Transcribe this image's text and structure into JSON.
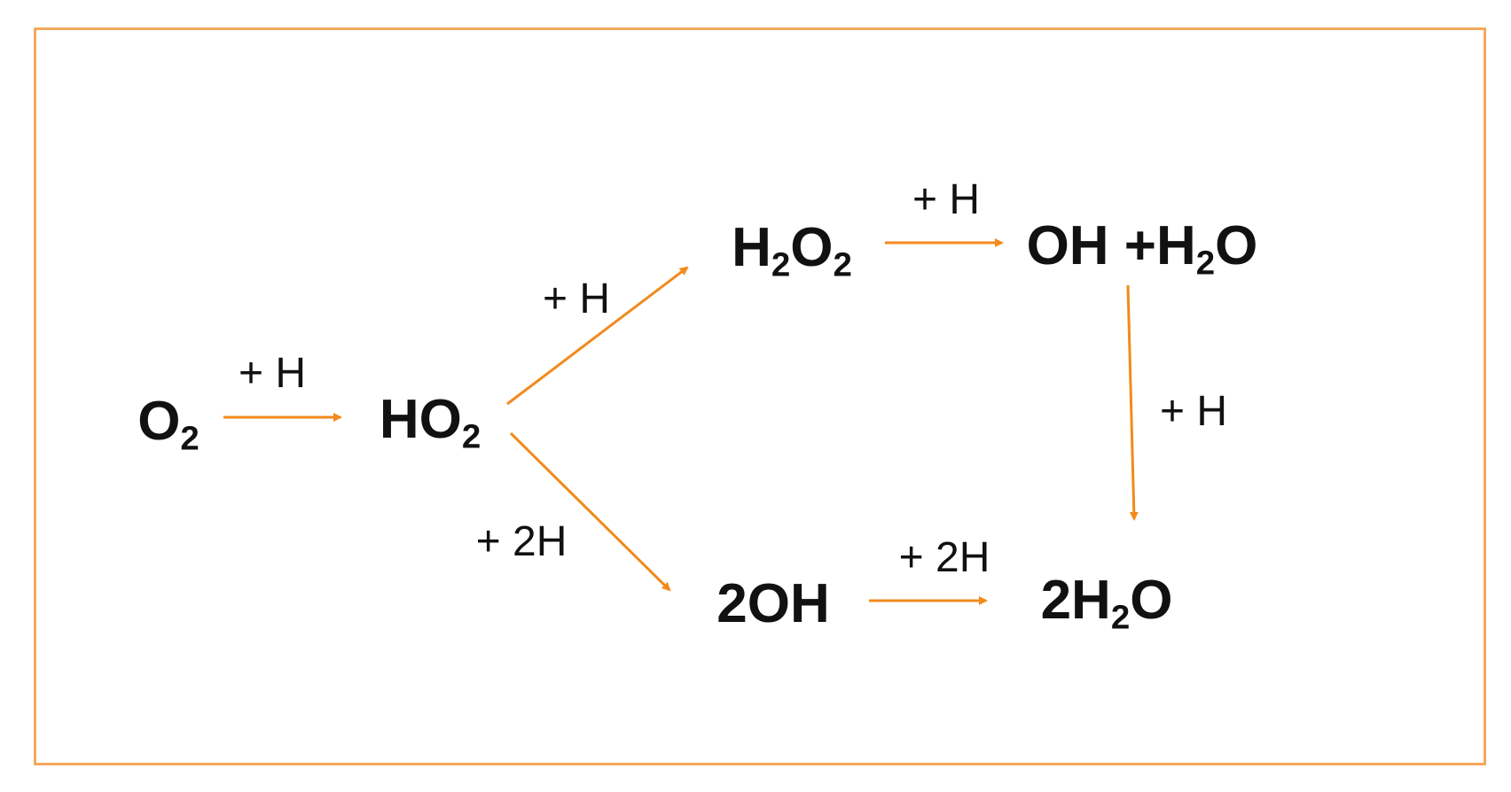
{
  "frame_color": "#f5a85c",
  "arrow_color": "#f28a1c",
  "text_color": "#111111",
  "species": {
    "o2": {
      "base": "O",
      "sub": "2"
    },
    "ho2": {
      "base": "HO",
      "sub": "2"
    },
    "h2o2": {
      "p1": "H",
      "s1": "2",
      "p2": "O",
      "s2": "2"
    },
    "oh_h2o": {
      "p1": "OH +H",
      "s1": "2",
      "p2": "O"
    },
    "two_oh": {
      "text": "2OH"
    },
    "two_h2o": {
      "p1": "2H",
      "s1": "2",
      "p2": "O"
    }
  },
  "reagents": {
    "o2_to_ho2": "+ H",
    "ho2_to_h2o2": "+ H",
    "ho2_to_2oh": "+ 2H",
    "h2o2_to_ohh2o": "+ H",
    "ohh2o_to_2h2o": "+ H",
    "twooh_to_2h2o": "+ 2H"
  }
}
